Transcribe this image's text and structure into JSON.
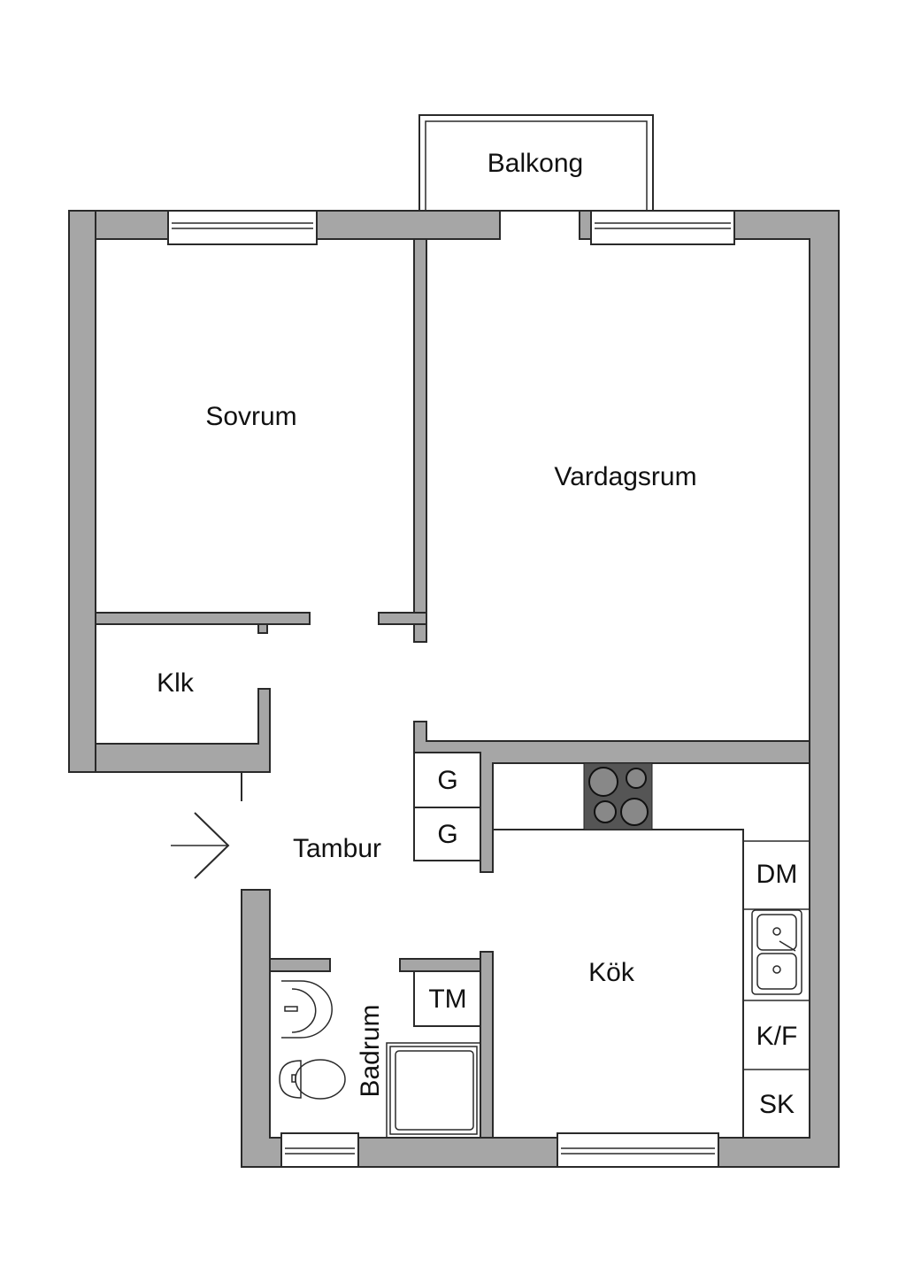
{
  "rooms": {
    "balcony": "Balkong",
    "bedroom": "Sovrum",
    "living_room": "Vardagsrum",
    "closet": "Klk",
    "entrance": "Tambur",
    "kitchen": "Kök",
    "bathroom": "Badrum"
  },
  "fixtures": {
    "wardrobe_1": "G",
    "wardrobe_2": "G",
    "washing_machine": "TM",
    "dishwasher": "DM",
    "fridge_freezer": "K/F",
    "cabinet": "SK"
  },
  "colors": {
    "wall": "#a6a6a6",
    "stove": "#555555",
    "outline": "#2a2a2a"
  }
}
